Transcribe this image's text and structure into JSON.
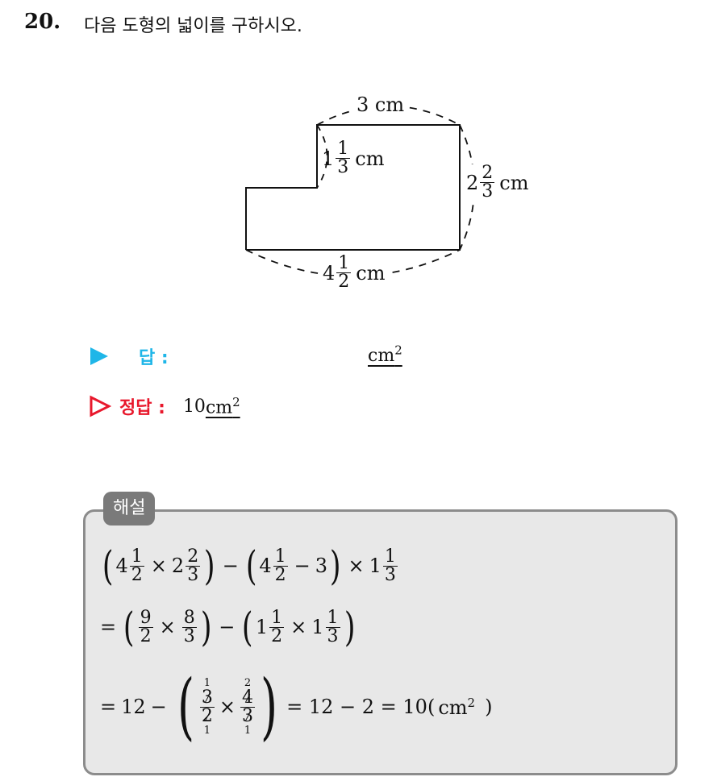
{
  "question": {
    "number": "20.",
    "text": "다음 도형의 넓이를 구하시오."
  },
  "figure": {
    "top_label": "3 cm",
    "inner_left_whole": "1",
    "inner_left_num": "1",
    "inner_left_den": "3",
    "inner_left_unit": "cm",
    "right_whole": "2",
    "right_num": "2",
    "right_den": "3",
    "right_unit": "cm",
    "bottom_whole": "4",
    "bottom_num": "1",
    "bottom_den": "2",
    "bottom_unit": "cm"
  },
  "answer": {
    "label": "답 :",
    "unit": "cm",
    "unit_exp": "2",
    "correct_label": "정답 :",
    "correct_value": "10",
    "correct_unit": "cm",
    "correct_exp": "2",
    "colors": {
      "answer": "#1fb6e8",
      "correct": "#e8182c"
    },
    "icons": [
      "play-triangle-icon",
      "outline-triangle-icon"
    ]
  },
  "explanation": {
    "tag": "해설",
    "line1": {
      "a_whole": "4",
      "a_num": "1",
      "a_den": "2",
      "times": "×",
      "b_whole": "2",
      "b_num": "2",
      "b_den": "3",
      "minus": "−",
      "c_whole": "4",
      "c_num": "1",
      "c_den": "2",
      "c_minus": "−",
      "c_sub": "3",
      "d_whole": "1",
      "d_num": "1",
      "d_den": "3"
    },
    "line2": {
      "eq": "=",
      "a_num": "9",
      "a_den": "2",
      "b_num": "8",
      "b_den": "3",
      "c_whole": "1",
      "c_num": "1",
      "c_den": "2",
      "d_whole": "1",
      "d_num": "1",
      "d_den": "3"
    },
    "line3": {
      "eq": "=",
      "first": "12",
      "minus": "−",
      "a_num": "3",
      "a_den": "2",
      "a_num_cancel": "1",
      "a_den_cancel": "1",
      "b_num": "4",
      "b_den": "3",
      "b_num_cancel": "2",
      "b_den_cancel": "1",
      "rest": "= 12 − 2 = 10(",
      "unit": "cm",
      "unit_exp": "2",
      "close": ")"
    }
  }
}
